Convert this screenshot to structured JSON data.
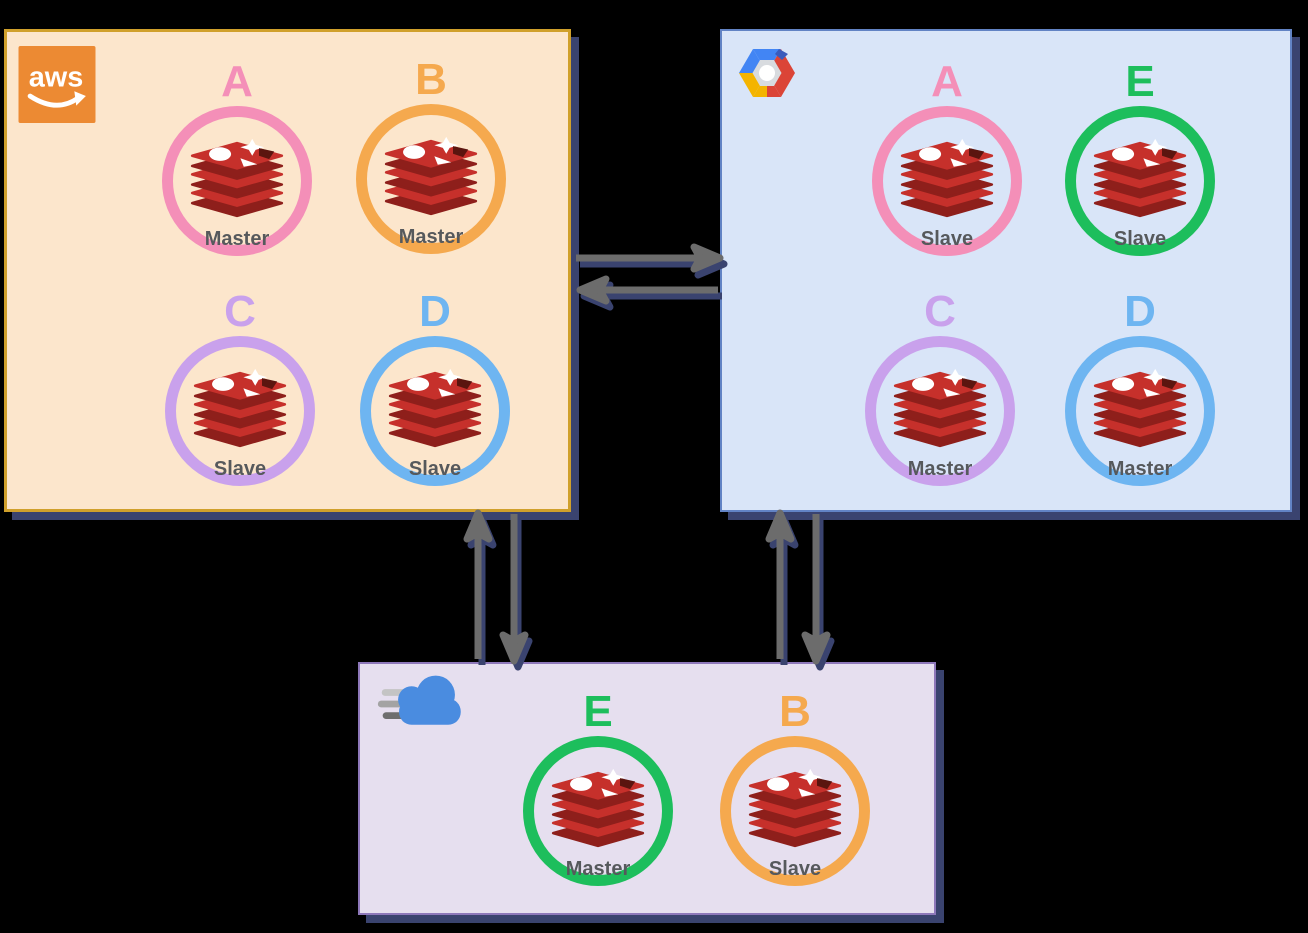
{
  "colors": {
    "page-bg": "#000000",
    "shadow": "#3A436F",
    "arrow": "#6C6C6C",
    "role-text": "#56595C",
    "aws-bg": "#FCE6CC",
    "aws-border": "#D0A02B",
    "gcp-bg": "#D9E5F8",
    "gcp-border": "#6283C4",
    "cloud-bg": "#E6DFEF",
    "cloud-border": "#8E78BA",
    "node-pink": "#F48FB8",
    "node-orange": "#F5A94E",
    "node-purple": "#C9A1EC",
    "node-blue": "#6EB5F1",
    "node-green": "#1DBE5C",
    "redis-bright": "#C6302B",
    "redis-dark": "#8E1F1B"
  },
  "providers": [
    {
      "name": "aws",
      "logo": "aws-logo",
      "logo_text": "aws",
      "nodes": [
        {
          "letter": "A",
          "color": "#F48FB8",
          "role": "Master"
        },
        {
          "letter": "B",
          "color": "#F5A94E",
          "role": "Master"
        },
        {
          "letter": "C",
          "color": "#C9A1EC",
          "role": "Slave"
        },
        {
          "letter": "D",
          "color": "#6EB5F1",
          "role": "Slave"
        }
      ]
    },
    {
      "name": "google-cloud",
      "logo": "google-cloud-logo",
      "nodes": [
        {
          "letter": "A",
          "color": "#F48FB8",
          "role": "Slave"
        },
        {
          "letter": "E",
          "color": "#1DBE5C",
          "role": "Slave"
        },
        {
          "letter": "C",
          "color": "#C9A1EC",
          "role": "Master"
        },
        {
          "letter": "D",
          "color": "#6EB5F1",
          "role": "Master"
        }
      ]
    },
    {
      "name": "cloud",
      "logo": "fast-cloud-logo",
      "nodes": [
        {
          "letter": "E",
          "color": "#1DBE5C",
          "role": "Master"
        },
        {
          "letter": "B",
          "color": "#F5A94E",
          "role": "Slave"
        }
      ]
    }
  ],
  "arrows": [
    {
      "from": "aws",
      "to": "google-cloud",
      "direction": "right"
    },
    {
      "from": "google-cloud",
      "to": "aws",
      "direction": "left"
    },
    {
      "from": "cloud",
      "to": "aws",
      "direction": "up"
    },
    {
      "from": "aws",
      "to": "cloud",
      "direction": "down"
    },
    {
      "from": "cloud",
      "to": "google-cloud",
      "direction": "up"
    },
    {
      "from": "google-cloud",
      "to": "cloud",
      "direction": "down"
    }
  ]
}
